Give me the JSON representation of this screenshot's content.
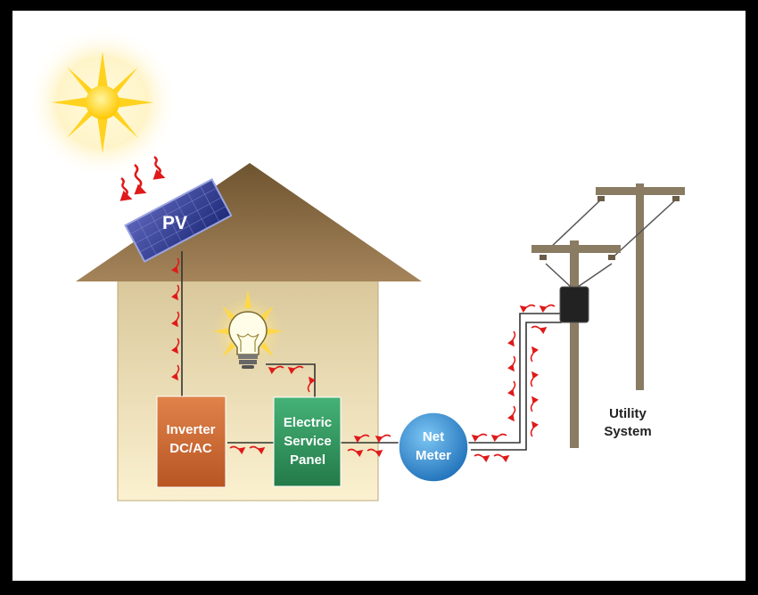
{
  "labels": {
    "pv": "PV",
    "inverter_line1": "Inverter",
    "inverter_line2": "DC/AC",
    "panel_line1": "Electric",
    "panel_line2": "Service",
    "panel_line3": "Panel",
    "meter_line1": "Net",
    "meter_line2": "Meter",
    "utility_line1": "Utility",
    "utility_line2": "System"
  },
  "colors": {
    "roof": "#8c6b3f",
    "house": "#efe2b6",
    "inverter": "#d06a34",
    "panel": "#2f9a5e",
    "meter": "#2e8fd6",
    "flow": "#e01919",
    "wire": "#333333",
    "pole": "#8a7b63",
    "sun": "#ffd21f"
  },
  "icons": [
    "sun-icon",
    "light-bulb-icon",
    "pv-module-icon",
    "utility-pole-icon",
    "transformer-icon"
  ]
}
